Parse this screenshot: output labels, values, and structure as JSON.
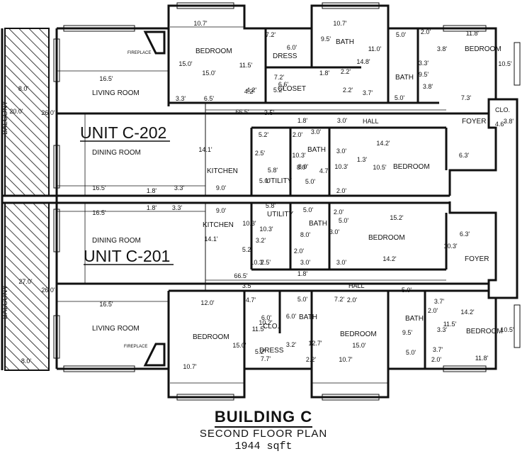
{
  "units": {
    "upper": "UNIT C-202",
    "lower": "UNIT C-201"
  },
  "title": {
    "building": "BUILDING C",
    "subtitle": "SECOND FLOOR PLAN",
    "area": "1944 sqft"
  },
  "rooms": [
    {
      "id": "living-room-upper",
      "text": "LIVING ROOM"
    },
    {
      "id": "dining-room-upper",
      "text": "DINING ROOM"
    },
    {
      "id": "kitchen-upper",
      "text": "KITCHEN"
    },
    {
      "id": "balcony-upper",
      "text": "BALCONY"
    },
    {
      "id": "bedroom-upper-left",
      "text": "BEDROOM"
    },
    {
      "id": "dress-upper",
      "text": "DRESS"
    },
    {
      "id": "closet-upper",
      "text": "CLOSET"
    },
    {
      "id": "bath-upper-center",
      "text": "BATH"
    },
    {
      "id": "bath-upper-right",
      "text": "BATH"
    },
    {
      "id": "bedroom-upper-right",
      "text": "BEDROOM"
    },
    {
      "id": "foyer-upper",
      "text": "FOYER"
    },
    {
      "id": "clo-upper",
      "text": "CLO."
    },
    {
      "id": "hall-upper",
      "text": "HALL"
    },
    {
      "id": "bath-upper-mid",
      "text": "BATH"
    },
    {
      "id": "bedroom-upper-mid",
      "text": "BEDROOM"
    },
    {
      "id": "utility-upper",
      "text": "UTILITY"
    },
    {
      "id": "fireplace-upper",
      "text": "FIREPLACE"
    },
    {
      "id": "dining-room-lower",
      "text": "DINING ROOM"
    },
    {
      "id": "kitchen-lower",
      "text": "KITCHEN"
    },
    {
      "id": "utility-lower",
      "text": "UTILITY"
    },
    {
      "id": "bath-lower-mid",
      "text": "BATH"
    },
    {
      "id": "bedroom-lower-mid",
      "text": "BEDROOM"
    },
    {
      "id": "foyer-lower",
      "text": "FOYER"
    },
    {
      "id": "hall-lower",
      "text": "HALL"
    },
    {
      "id": "living-room-lower",
      "text": "LIVING ROOM"
    },
    {
      "id": "balcony-lower",
      "text": "BALCONY"
    },
    {
      "id": "fireplace-lower",
      "text": "FIREPLACE"
    },
    {
      "id": "bedroom-lower-left",
      "text": "BEDROOM"
    },
    {
      "id": "clo-lower",
      "text": "CLO."
    },
    {
      "id": "bath-lower-center",
      "text": "BATH"
    },
    {
      "id": "dress-lower",
      "text": "DRESS"
    },
    {
      "id": "bedroom-lower-center",
      "text": "BEDROOM"
    },
    {
      "id": "bath-lower-right",
      "text": "BATH"
    },
    {
      "id": "bedroom-lower-right",
      "text": "BEDROOM"
    }
  ],
  "dimensions": [
    "10.7'",
    "7.2'",
    "10.7'",
    "5.0'",
    "2.0'",
    "11.8'",
    "9.5'",
    "6.0'",
    "15.0'",
    "11.5'",
    "11.0'",
    "14.8'",
    "3.8'",
    "3.3'",
    "10.5'",
    "9.5'",
    "16.5'",
    "15.0'",
    "7.2'",
    "1.8'",
    "2.2'",
    "6.6'",
    "5.2'",
    "4.2'",
    "3.8'",
    "2.2'",
    "3.7'",
    "5.0'",
    "7.3'",
    "3.3'",
    "6.5'",
    "4.2'",
    "26.0'",
    "66.5'",
    "3.5'",
    "1.8'",
    "3.0'",
    "8.0'",
    "2.0'",
    "3.0'",
    "6.3'",
    "4.6'",
    "3.8'",
    "5.2'",
    "14.2'",
    "2.5'",
    "10.3'",
    "3.0'",
    "1.3'",
    "14.1'",
    "5.8'",
    "8.0'",
    "10.3'",
    "10.5'",
    "4.7'",
    "5.0'",
    "5.0'",
    "2.0'",
    "16.5'",
    "1.8'",
    "3.3'",
    "9.0'",
    "16.5'",
    "1.8'",
    "3.3'",
    "9.0'",
    "5.8'",
    "5.0'",
    "2.0'",
    "15.2'",
    "10.3'",
    "10.3'",
    "6.3'",
    "8.0'",
    "5.0'",
    "3.0'",
    "5.2'",
    "3.2'",
    "2.0'",
    "10.3'",
    "14.1'",
    "2.5'",
    "3.0'",
    "3.0'",
    "14.2'",
    "10.3'",
    "1.8'",
    "66.5'",
    "3.5'",
    "26.0'",
    "16.5'",
    "12.0'",
    "4.7'",
    "5.0'",
    "7.2'",
    "2.0'",
    "5.0'",
    "3.7'",
    "6.0'",
    "6.0'",
    "11.5'",
    "10.2'",
    "5.2'",
    "3.2'",
    "12.7'",
    "15.0'",
    "9.5'",
    "3.3'",
    "2.0'",
    "14.2'",
    "11.5'",
    "10.5'",
    "15.0'",
    "7.7'",
    "2.2'",
    "10.7'",
    "10.7'",
    "5.0'",
    "3.7'",
    "2.0'",
    "11.8'",
    "8.0'",
    "27.0'",
    "20.0'",
    "8.0'"
  ],
  "colors": {
    "ink": "#111111",
    "paper": "#ffffff"
  }
}
